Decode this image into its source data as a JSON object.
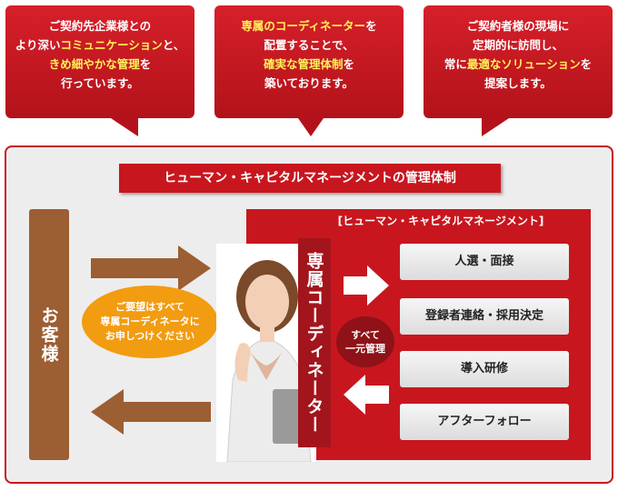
{
  "callouts": [
    {
      "lines": [
        [
          {
            "t": "ご契約先企業様との",
            "hl": false
          }
        ],
        [
          {
            "t": "より深い",
            "hl": false
          },
          {
            "t": "コミュニケーション",
            "hl": true
          },
          {
            "t": "と、",
            "hl": false
          }
        ],
        [
          {
            "t": "きめ細やかな管理",
            "hl": true
          },
          {
            "t": "を",
            "hl": false
          }
        ],
        [
          {
            "t": "行っています。",
            "hl": false
          }
        ]
      ]
    },
    {
      "lines": [
        [
          {
            "t": "専属のコーディネーター",
            "hl": true
          },
          {
            "t": "を",
            "hl": false
          }
        ],
        [
          {
            "t": "配置することで、",
            "hl": false
          }
        ],
        [
          {
            "t": "確実な管理体制",
            "hl": true
          },
          {
            "t": "を",
            "hl": false
          }
        ],
        [
          {
            "t": "築いております。",
            "hl": false
          }
        ]
      ]
    },
    {
      "lines": [
        [
          {
            "t": "ご契約者様の現場に",
            "hl": false
          }
        ],
        [
          {
            "t": "定期的に訪問し、",
            "hl": false
          }
        ],
        [
          {
            "t": "常に",
            "hl": false
          },
          {
            "t": "最適なソリューション",
            "hl": true
          },
          {
            "t": "を",
            "hl": false
          }
        ],
        [
          {
            "t": "提案します。",
            "hl": false
          }
        ]
      ]
    }
  ],
  "panel_title": "ヒューマン・キャピタルマネージメントの管理体制",
  "customer": "お客様",
  "bubble_lines": [
    "ご要望はすべて",
    "専属コーディネータに",
    "お申しつけください"
  ],
  "hcm_title": "[ヒューマン・キャピタルマネージメント]",
  "coordinator": "専属コーディネーター",
  "unified": [
    "すべて",
    "一元管理"
  ],
  "services": [
    "人選・面接",
    "登録者連絡・採用決定",
    "導入研修",
    "アフターフォロー"
  ],
  "colors": {
    "red": "#c8161e",
    "brown": "#9c5e33",
    "orange": "#f29c11",
    "highlight": "#fff35a"
  }
}
